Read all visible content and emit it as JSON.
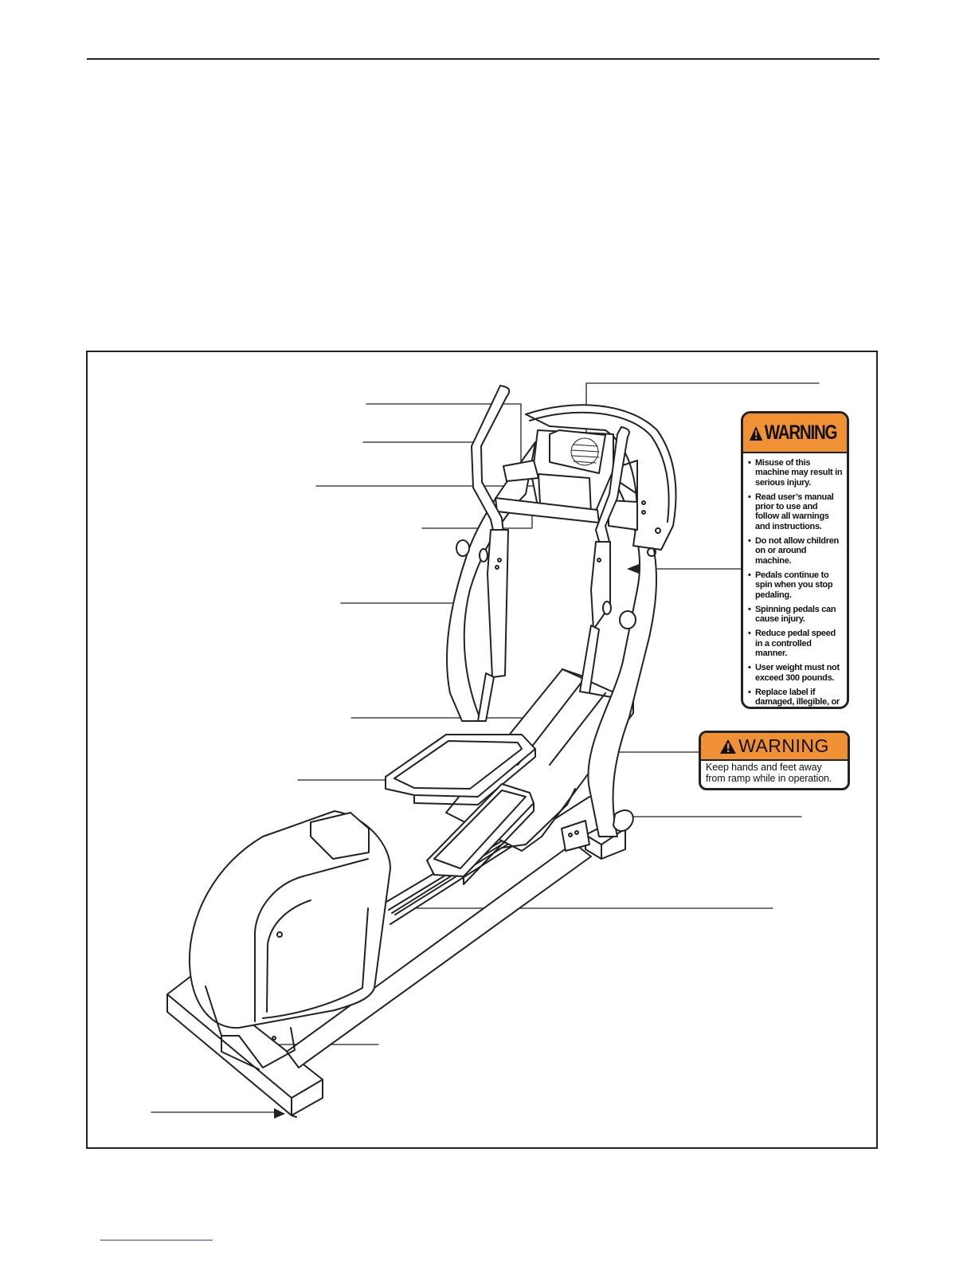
{
  "warning_large": {
    "header": "WARNING",
    "icon": "warning-triangle-icon",
    "items": [
      "Misuse of this machine may result in serious injury.",
      "Read user’s manual prior to use and follow all warnings and instructions.",
      "Do not allow children on or around machine.",
      "Pedals continue to spin when you stop pedaling.",
      "Spinning pedals can cause injury.",
      "Reduce pedal speed in a controlled manner.",
      "User weight must not exceed 300 pounds.",
      "Replace label if damaged, illegible, or removed."
    ]
  },
  "warning_small": {
    "header": "WARNING",
    "icon": "warning-triangle-icon",
    "line1": "Keep hands and feet away",
    "line2": "from ramp while in operation."
  },
  "colors": {
    "label_orange": "#f19135",
    "ink": "#222222"
  }
}
